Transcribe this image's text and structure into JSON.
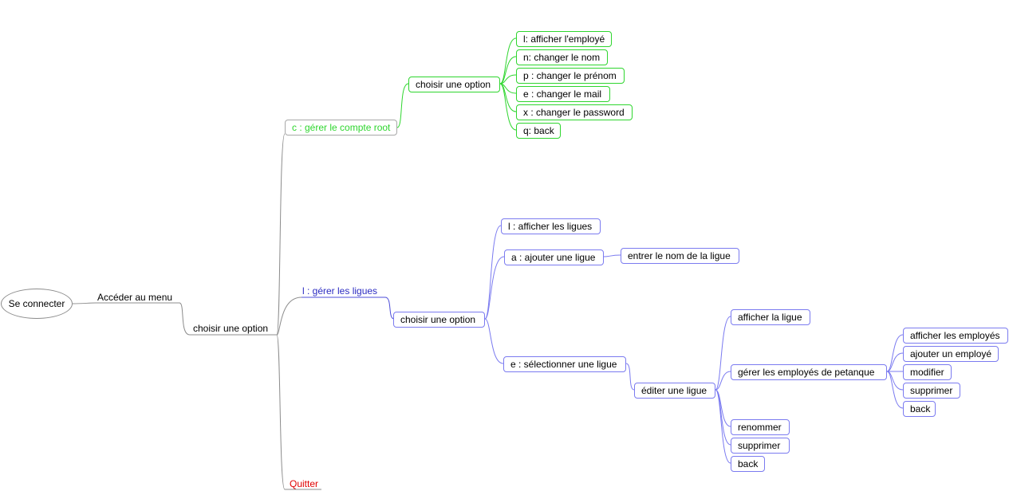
{
  "root": {
    "label": "Se connecter"
  },
  "level1": {
    "acceder": "Accéder au menu",
    "choisir": "choisir une option"
  },
  "branch_root": {
    "label": "c : gérer le compte root",
    "choisir": "choisir une option",
    "options": [
      "l: afficher l'employé",
      "n: changer le nom",
      "p : changer le prénom",
      "e : changer le mail",
      "x : changer le password",
      "q: back"
    ]
  },
  "branch_ligues": {
    "label": "l : gérer les ligues",
    "choisir": "choisir une option",
    "afficher": "l : afficher les ligues",
    "ajouter": "a : ajouter une ligue",
    "entrer_nom": "entrer le nom de la ligue",
    "selectionner": "e : sélectionner une ligue",
    "editer": "éditer une ligue",
    "edit_options": [
      "afficher la ligue",
      "gérer les employés de petanque",
      "renommer",
      "supprimer",
      "back"
    ],
    "employes_options": [
      "afficher les employés",
      "ajouter un employé",
      "modifier",
      "supprimer",
      "back"
    ]
  },
  "quitter": {
    "label": "Quitter"
  },
  "colors": {
    "green": "#2ed62e",
    "blue": "#6a6ae8",
    "gray": "#8c8c8c",
    "red": "#e00000",
    "ligue_text": "#2b2bc2"
  }
}
